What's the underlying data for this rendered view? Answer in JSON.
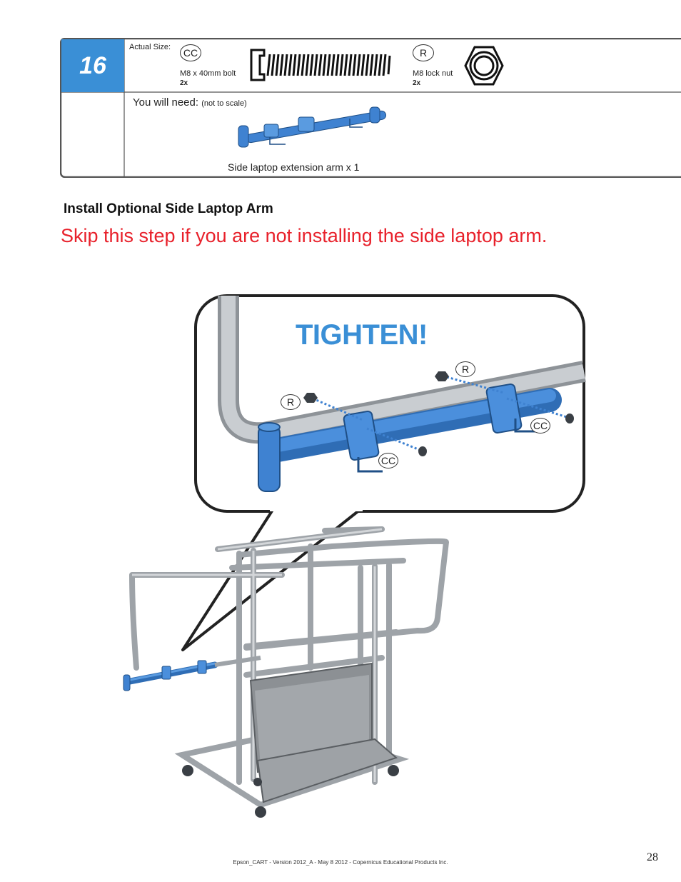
{
  "step": {
    "number": "16"
  },
  "parts": {
    "actual_size_label": "Actual Size:",
    "items": [
      {
        "code": "CC",
        "name": "M8 x 40mm bolt",
        "qty": "2x",
        "icon": "bolt-icon"
      },
      {
        "code": "R",
        "name": "M8 lock nut",
        "qty": "2x",
        "icon": "lock-nut-icon"
      }
    ]
  },
  "you_will_need": {
    "label": "You will need:",
    "note": "(not to scale)",
    "item_caption": "Side laptop extension arm x 1"
  },
  "section_title": "Install Optional Side Laptop Arm",
  "warning": "Skip this step if you are not installing the side laptop arm.",
  "callout": {
    "heading": "TIGHTEN!",
    "labels": [
      "R",
      "R",
      "CC",
      "CC"
    ]
  },
  "colors": {
    "accent_blue": "#3a8fd6",
    "warning_red": "#e8212b",
    "part_blue": "#3f82d1",
    "frame_gray": "#b8bcc0"
  },
  "page_number": "28",
  "footer": "Epson_CART - Version 2012_A - May 8 2012 - Copernicus Educational Products Inc."
}
